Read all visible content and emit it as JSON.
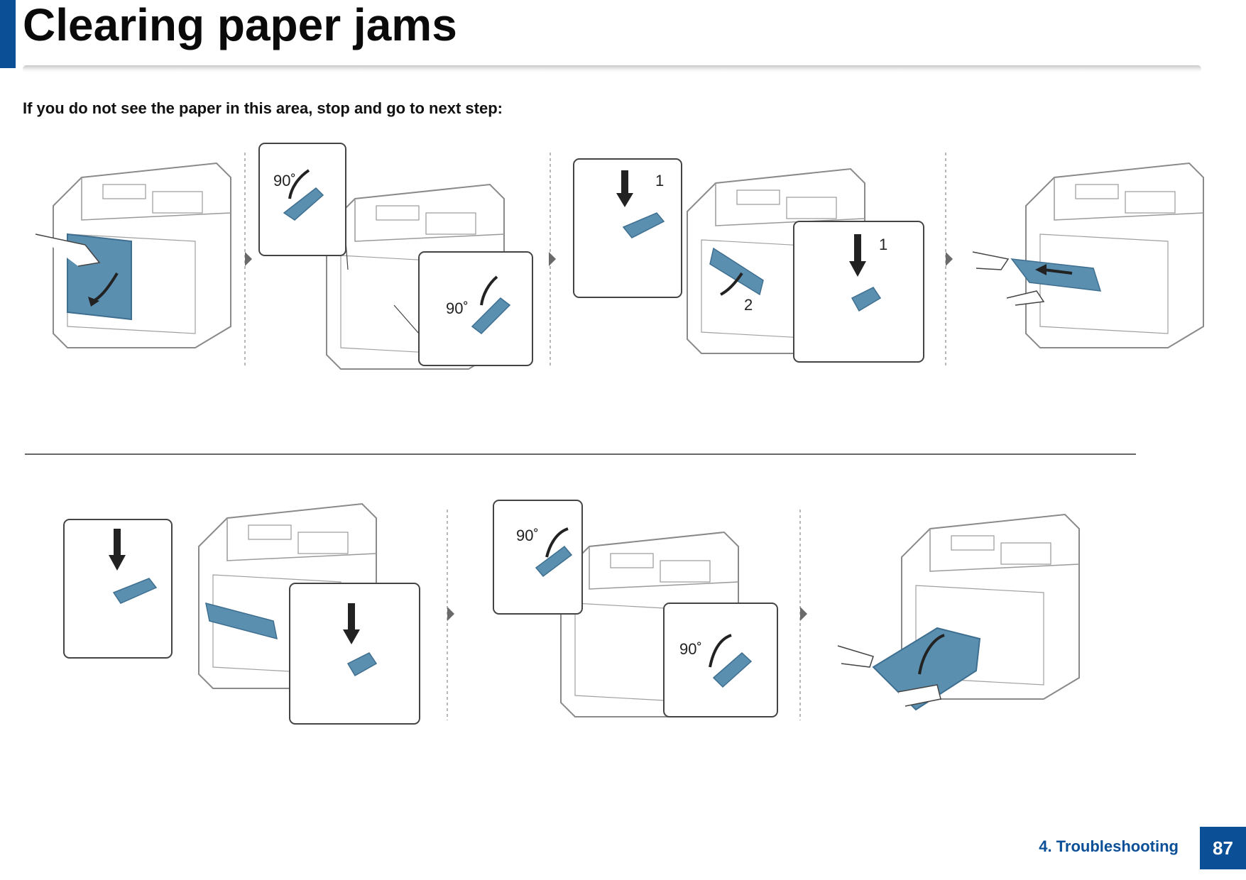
{
  "page": {
    "title": "Clearing paper jams",
    "instruction": "If you do not see the paper in this area, stop and go to next step:",
    "section": "4. Troubleshooting",
    "page_number": "87"
  },
  "callouts": {
    "angle_1": "90˚",
    "angle_2": "90˚",
    "step_1a": "1",
    "step_1b": "1",
    "step_2": "2",
    "angle_3": "90˚",
    "angle_4": "90˚"
  },
  "colors": {
    "brand_blue": "#0b4f97",
    "part_blue": "#5b8fb0",
    "line_gray": "#7a7a7a"
  }
}
